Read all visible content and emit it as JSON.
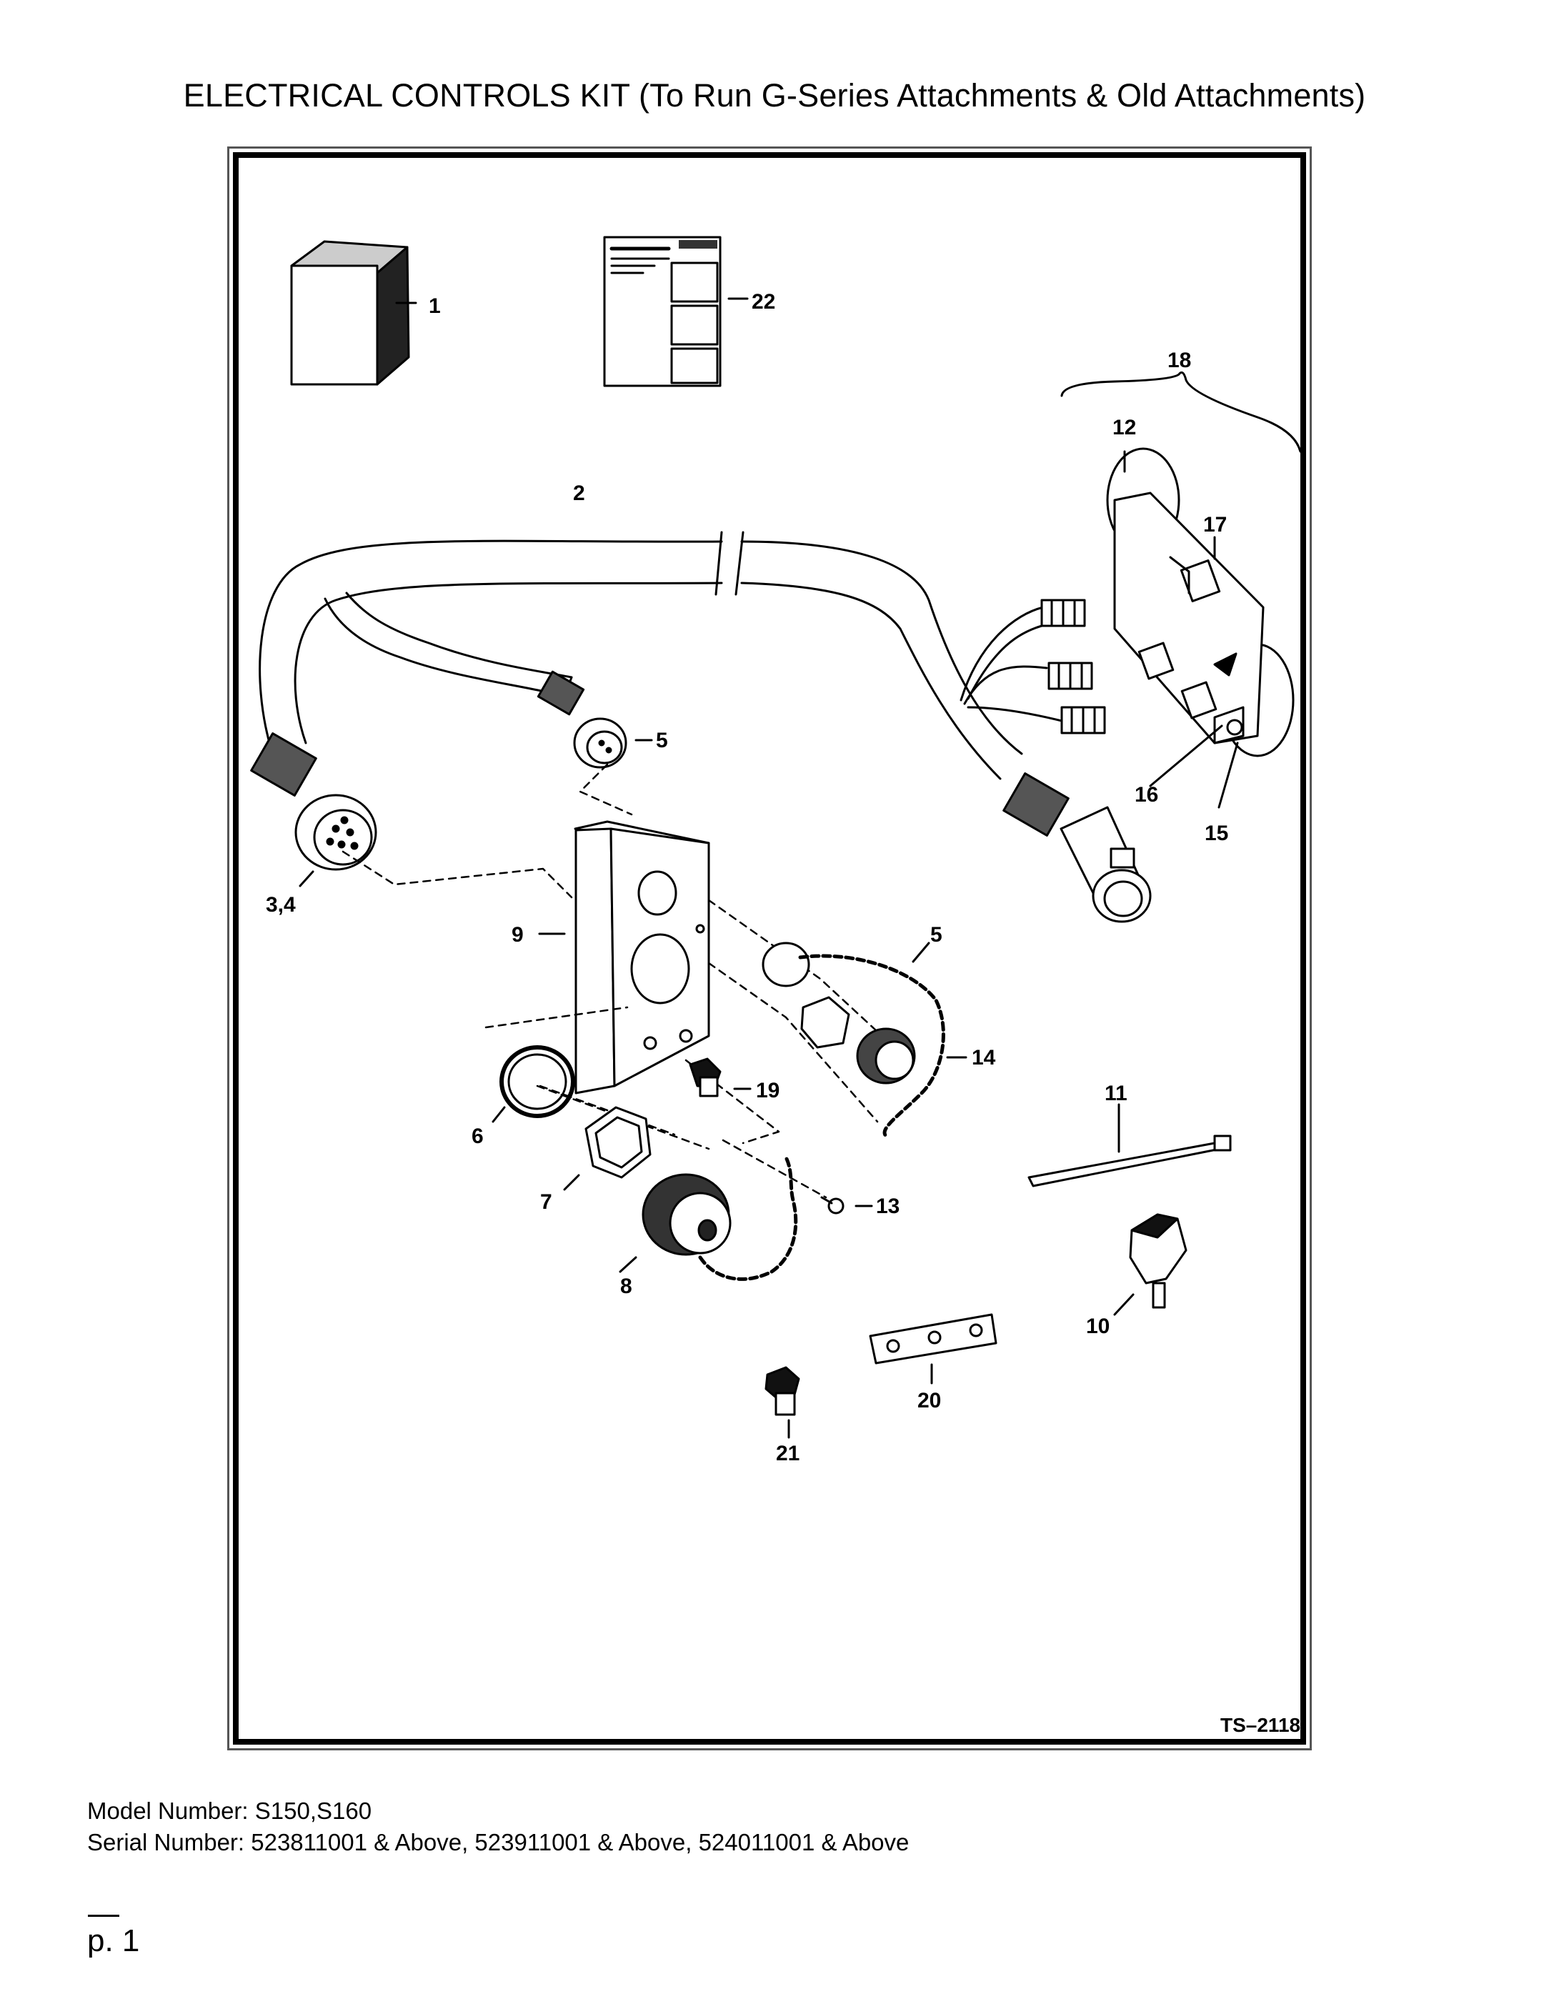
{
  "page": {
    "title": "ELECTRICAL CONTROLS KIT (To Run G-Series Attachments & Old Attachments)",
    "model_line": "Model Number: S150,S160",
    "serial_line": "Serial Number: 523811001 & Above, 523911001 & Above, 524011001 & Above",
    "page_label": "p. 1"
  },
  "diagram": {
    "drawing_number": "TS–2118",
    "callouts": {
      "c1": "1",
      "c2": "2",
      "c34": "3,4",
      "c5a": "5",
      "c5b": "5",
      "c6": "6",
      "c7": "7",
      "c8": "8",
      "c9": "9",
      "c10": "10",
      "c11": "11",
      "c12": "12",
      "c13": "13",
      "c14": "14",
      "c15": "15",
      "c16": "16",
      "c17": "17",
      "c18": "18",
      "c19": "19",
      "c20": "20",
      "c21": "21",
      "c22": "22"
    }
  }
}
